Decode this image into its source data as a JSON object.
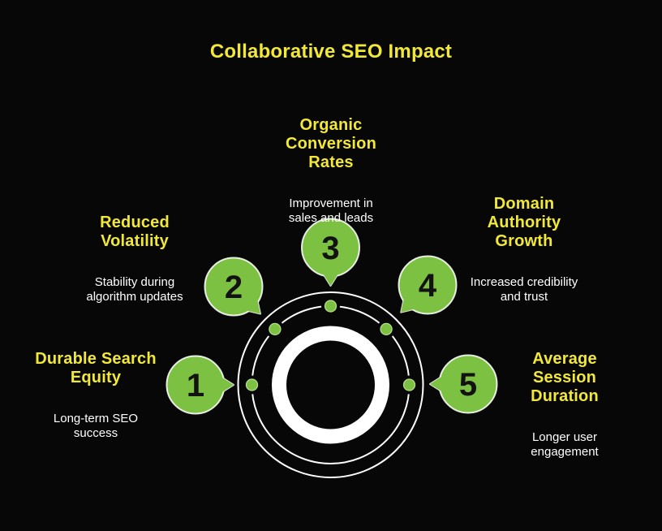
{
  "title": "Collaborative SEO Impact",
  "colors": {
    "background": "#070707",
    "accent_green": "#7cc142",
    "accent_yellow": "#f1e838",
    "text_white": "#ffffff",
    "number_black": "#121212"
  },
  "items": [
    {
      "number": "1",
      "title": "Durable Search\nEquity",
      "desc": "Long-term SEO\nsuccess"
    },
    {
      "number": "2",
      "title": "Reduced\nVolatility",
      "desc": "Stability during\nalgorithm updates"
    },
    {
      "number": "3",
      "title": "Organic\nConversion\nRates",
      "desc": "Improvement in\nsales and leads"
    },
    {
      "number": "4",
      "title": "Domain\nAuthority\nGrowth",
      "desc": "Increased credibility\nand trust"
    },
    {
      "number": "5",
      "title": "Average\nSession\nDuration",
      "desc": "Longer user\nengagement"
    }
  ]
}
